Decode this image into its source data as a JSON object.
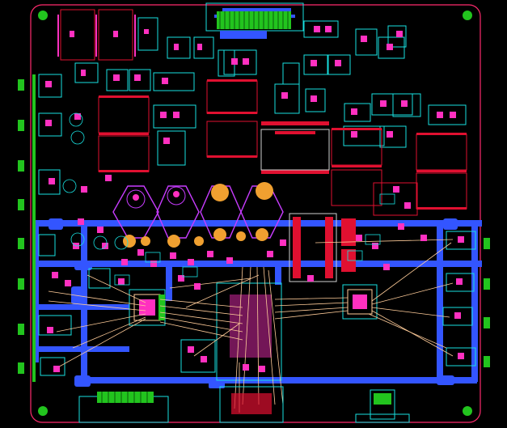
{
  "board": {
    "background": "#000000",
    "outline_color": "#ff2a6e",
    "silkscreen_color": "#18e0e0",
    "copper_top_color": "#e01030",
    "copper_pour_color": "#3355ff",
    "pad_color": "#ff30c0",
    "via_color": "#f0a030",
    "ratsnest_color": "#ffcc99",
    "mounting_hole_color": "#22c41e",
    "component_body_color": "#c83cff"
  },
  "components": {
    "connectors": [
      "top-header-connector",
      "bottom-connector-left",
      "bottom-connector-center",
      "bottom-connector-right"
    ],
    "large_parts": [
      "inductor-1",
      "inductor-2",
      "inductor-3",
      "inductor-4",
      "inductor-5"
    ],
    "ics": [
      "ic-left",
      "ic-center-bga",
      "ic-right",
      "main-processor"
    ]
  }
}
